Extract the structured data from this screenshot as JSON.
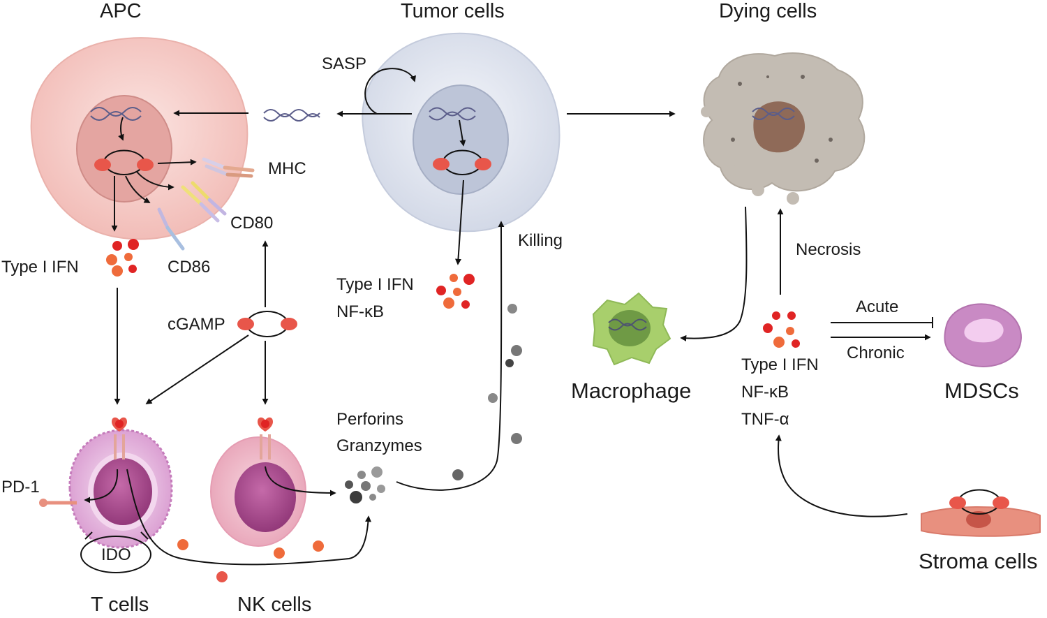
{
  "titles": {
    "apc": "APC",
    "tumor": "Tumor cells",
    "dying": "Dying cells",
    "t_cells": "T cells",
    "nk_cells": "NK cells",
    "macrophage": "Macrophage",
    "mdscs": "MDSCs",
    "stroma": "Stroma cells"
  },
  "labels": {
    "sasp": "SASP",
    "mhc": "MHC",
    "cd80": "CD80",
    "cd86": "CD86",
    "type1ifn_apc": "Type I IFN",
    "cgamp": "cGAMP",
    "type1ifn_tumor": "Type I IFN",
    "nfkb_tumor": "NF-κB",
    "killing": "Killing",
    "perforins": "Perforins",
    "granzymes": "Granzymes",
    "pd1": "PD-1",
    "ido": "IDO",
    "necrosis": "Necrosis",
    "acute": "Acute",
    "chronic": "Chronic",
    "type1ifn_stroma": "Type I IFN",
    "nfkb_stroma": "NF-κB",
    "tnfa": "TNF-α"
  },
  "colors": {
    "apc_cell": "#f6cfcb",
    "apc_nucleus": "#e0a09c",
    "tumor_cell": "#e4e8f1",
    "tumor_nucleus": "#b9c2d6",
    "dying_cell": "#bdb6ad",
    "dying_core": "#8f6a58",
    "t_cell": "#e6b7df",
    "t_nucleus": "#a84d8e",
    "nk_cell": "#f0bccb",
    "nk_nucleus": "#a8487e",
    "macrophage": "#a8cf6c",
    "macrophage_nucleus": "#6f9a45",
    "mdsc": "#c98ac4",
    "mdsc_inner": "#f3cdef",
    "stroma": "#e8907f",
    "sting_red": "#e8564a",
    "ifn_red": "#e02424",
    "ifn_orange": "#ef6b3b",
    "granule_gray": "#6e6e6e",
    "arrow": "#111111"
  }
}
